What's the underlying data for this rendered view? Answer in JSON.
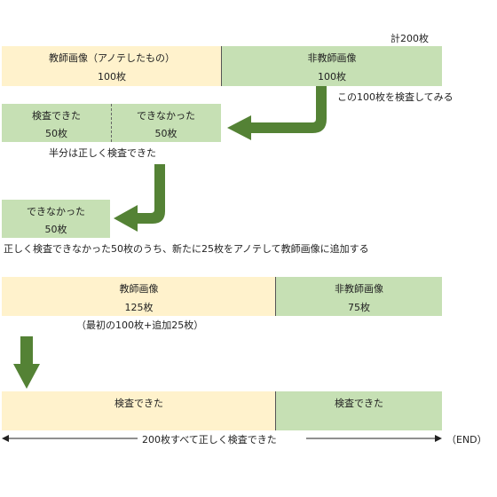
{
  "total_label": "計200枚",
  "step1": {
    "left_label": "教師画像（アノテしたもの）",
    "left_count": "100枚",
    "right_label": "非教師画像",
    "right_count": "100枚",
    "note": "この100枚を検査してみる"
  },
  "step2": {
    "ok_label": "検査できた",
    "ok_count": "50枚",
    "ng_label": "できなかった",
    "ng_count": "50枚",
    "note": "半分は正しく検査できた"
  },
  "step3": {
    "ng_label": "できなかった",
    "ng_count": "50枚",
    "note": "正しく検査できなかった50枚のうち、新たに25枚をアノテして教師画像に追加する"
  },
  "step4": {
    "left_label": "教師画像",
    "left_count": "125枚",
    "left_note": "（最初の100枚+追加25枚）",
    "right_label": "非教師画像",
    "right_count": "75枚"
  },
  "step5": {
    "left_label": "検査できた",
    "right_label": "検査できた",
    "summary": "200枚すべて正しく検査できた",
    "end_label": "（END）"
  },
  "colors": {
    "teacher_fill": "#fff2cc",
    "non_teacher_fill": "#c6e0b4",
    "arrow": "#548235"
  }
}
